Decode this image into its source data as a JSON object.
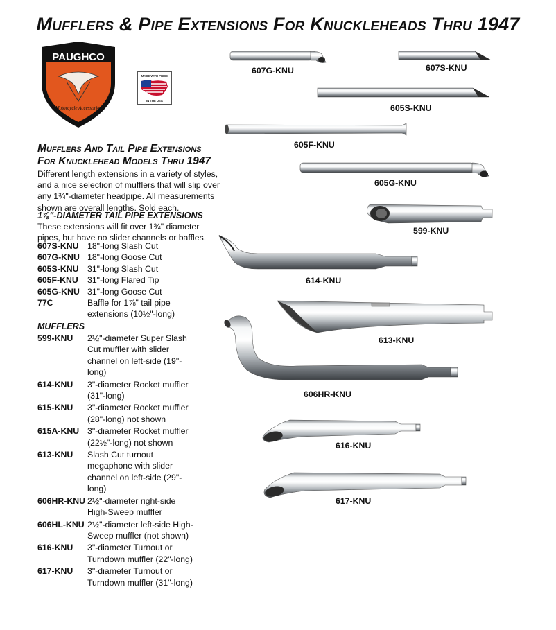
{
  "title": "Mufflers & Pipe Extensions For Knuckleheads Thru 1947",
  "logo": {
    "brand": "PAUGHCO",
    "tagline": "Motorcycle Accessories"
  },
  "flag_badge": {
    "top": "MADE WITH PRIDE",
    "bottom": "IN THE USA"
  },
  "section": {
    "title_line1": "Mufflers And Tail Pipe Extensions",
    "title_line2": "For Knucklehead Models Thru 1947",
    "intro": "Different length extensions in a variety of styles, and a nice selection of mufflers that will slip over any 1¾\"-diameter headpipe. All measurements shown are overall lengths. Sold each."
  },
  "extensions": {
    "heading": "1⅞\"-DIAMETER TAIL PIPE EXTENSIONS",
    "note": "These extensions will fit over 1¾\" diameter pipes, but have no slider channels or baffles.",
    "items": [
      {
        "code": "607S-KNU",
        "desc": "18\"-long Slash Cut"
      },
      {
        "code": "607G-KNU",
        "desc": "18\"-long Goose Cut"
      },
      {
        "code": "605S-KNU",
        "desc": "31\"-long Slash Cut"
      },
      {
        "code": "605F-KNU",
        "desc": "31\"-long Flared Tip"
      },
      {
        "code": "605G-KNU",
        "desc": "31\"-long Goose Cut"
      },
      {
        "code": "77C",
        "desc": "Baffle for 1⅞\" tail pipe extensions (10½\"-long)"
      }
    ]
  },
  "mufflers": {
    "heading": "MUFFLERS",
    "items": [
      {
        "code": "599-KNU",
        "desc": "2½\"-diameter Super Slash Cut muffler with slider channel on left-side (19\"-long)"
      },
      {
        "code": "614-KNU",
        "desc": "3\"-diameter Rocket muffler (31\"-long)"
      },
      {
        "code": "615-KNU",
        "desc": "3\"-diameter Rocket muffler (28\"-long) not shown"
      },
      {
        "code": "615A-KNU",
        "desc": "3\"-diameter Rocket muffler (22½\"-long) not shown"
      },
      {
        "code": "613-KNU",
        "desc": "Slash Cut turnout megaphone with slider channel on left-side (29\"-long)"
      },
      {
        "code": "606HR-KNU",
        "desc": "2½\"-diameter right-side High-Sweep muffler"
      },
      {
        "code": "606HL-KNU",
        "desc": "2½\"-diameter left-side High-Sweep muffler (not shown)"
      },
      {
        "code": "616-KNU",
        "desc": "3\"-diameter Turnout or Turndown muffler (22\"-long)"
      },
      {
        "code": "617-KNU",
        "desc": "3\"-diameter Turnout or Turndown muffler (31\"-long)"
      }
    ]
  },
  "product_labels": {
    "p607g": "607G-KNU",
    "p607s": "607S-KNU",
    "p605s": "605S-KNU",
    "p605f": "605F-KNU",
    "p605g": "605G-KNU",
    "p599": "599-KNU",
    "p614": "614-KNU",
    "p613": "613-KNU",
    "p606hr": "606HR-KNU",
    "p616": "616-KNU",
    "p617": "617-KNU"
  },
  "colors": {
    "logo_orange": "#e2571e",
    "logo_black": "#111111",
    "chrome": "#bfc3c7"
  }
}
